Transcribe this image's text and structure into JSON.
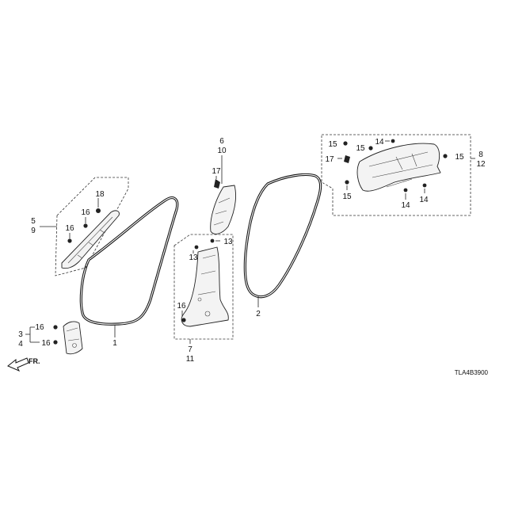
{
  "diagram": {
    "code": "TLA4B3900",
    "front_label": "FR.",
    "callouts": {
      "c1": "1",
      "c2": "2",
      "c3": "3",
      "c4": "4",
      "c5": "5",
      "c9": "9",
      "c6": "6",
      "c10": "10",
      "c7": "7",
      "c11": "11",
      "c8": "8",
      "c12": "12",
      "c13a": "13",
      "c13b": "13",
      "c14a": "14",
      "c14b": "14",
      "c14c": "14",
      "c15a": "15",
      "c15b": "15",
      "c15c": "15",
      "c15d": "15",
      "c16a": "16",
      "c16b": "16",
      "c16c": "16",
      "c16d": "16",
      "c16e": "16",
      "c17a": "17",
      "c17b": "17",
      "c18": "18"
    }
  }
}
